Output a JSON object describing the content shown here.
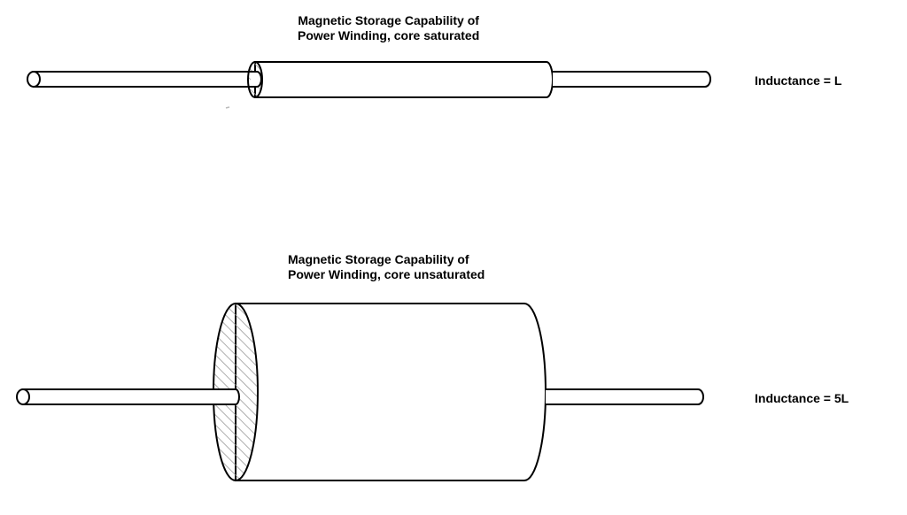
{
  "diagram": {
    "top": {
      "title_line1": "Magnetic Storage Capability of",
      "title_line2": "Power Winding, core saturated",
      "inductance_label": "Inductance = L"
    },
    "bottom": {
      "title_line1": "Magnetic Storage Capability of",
      "title_line2": "Power Winding, core unsaturated",
      "inductance_label": "Inductance = 5L"
    }
  },
  "colors": {
    "stroke": "#000000",
    "fill": "#ffffff",
    "hatch": "#9a9a9a"
  }
}
